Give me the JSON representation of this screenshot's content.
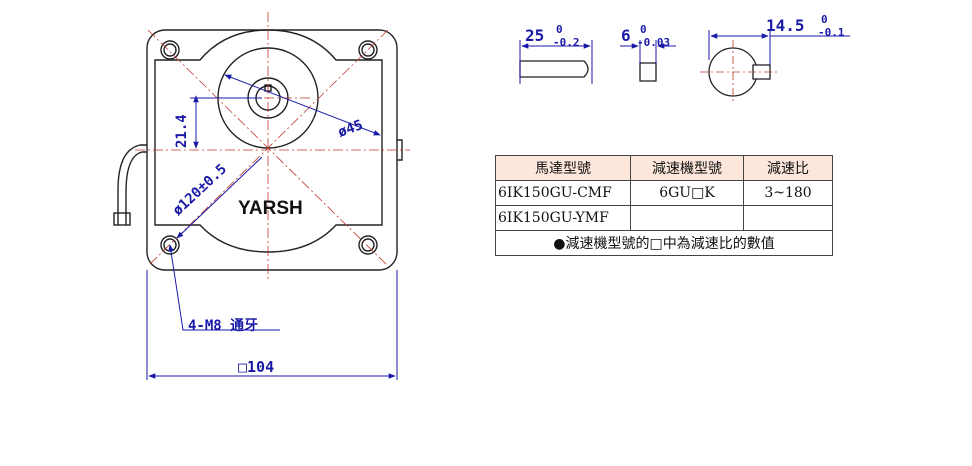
{
  "drawing": {
    "brand_label": "YARSH",
    "dim_square": "□104",
    "dim_thread": "4-M8 通牙",
    "dim_pitch_circle": "ø120±0.5",
    "dim_height": "21.4",
    "dim_pilot": "ø45",
    "key_dims": [
      {
        "main": "25",
        "upper": "0",
        "lower": "-0.2"
      },
      {
        "main": "6",
        "upper": "0",
        "lower": "-0.03"
      },
      {
        "main": "14.5",
        "upper": "0",
        "lower": "-0.1"
      }
    ]
  },
  "table": {
    "headers": [
      "馬達型號",
      "減速機型號",
      "減速比"
    ],
    "rows": [
      [
        "6IK150GU-CMF",
        "6GU□K",
        "3~180"
      ],
      [
        "6IK150GU-YMF",
        "",
        ""
      ]
    ],
    "note": "●減速機型號的□中為減速比的數值"
  },
  "colors": {
    "line": "#222222",
    "dimension": "#1a1aa8",
    "centerline": "#c0392b",
    "table_header_bg": "#fde6dc"
  }
}
